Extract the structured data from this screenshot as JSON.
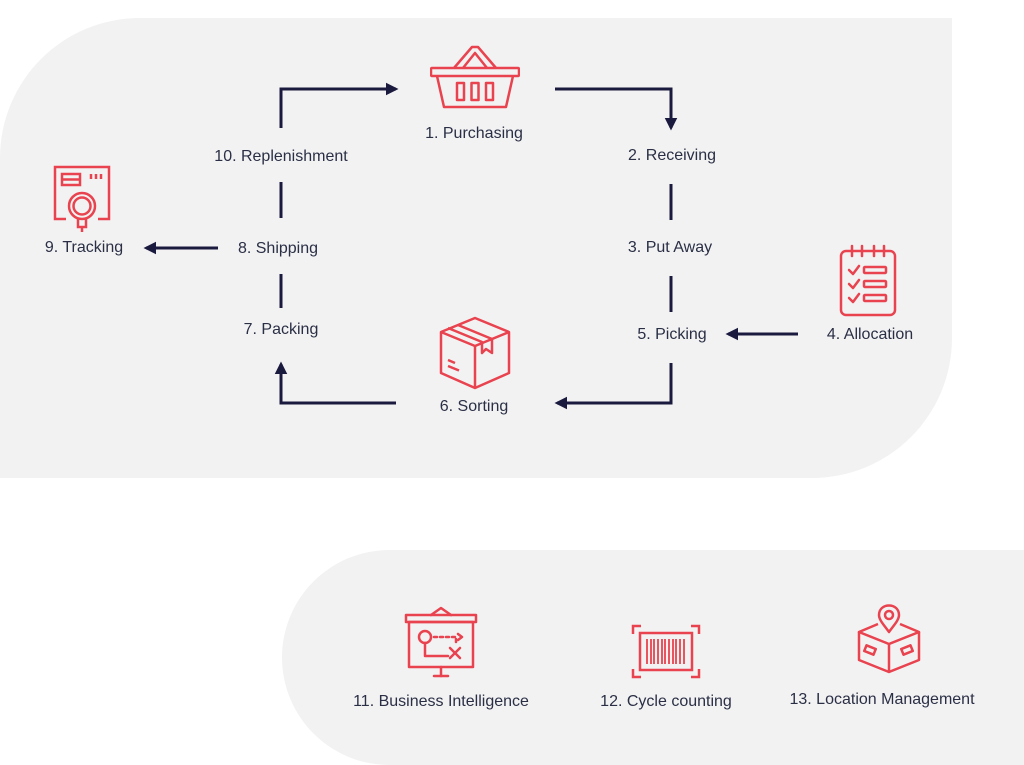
{
  "colors": {
    "background_panel": "#f2f2f3",
    "arrow": "#1a1a3e",
    "icon": "#e8434e",
    "text": "#2a2f45"
  },
  "process": {
    "steps": [
      {
        "id": 1,
        "label": "1. Purchasing",
        "icon": "basket-icon"
      },
      {
        "id": 2,
        "label": "2. Receiving"
      },
      {
        "id": 3,
        "label": "3. Put Away"
      },
      {
        "id": 4,
        "label": "4. Allocation",
        "icon": "clipboard-checklist-icon"
      },
      {
        "id": 5,
        "label": "5. Picking"
      },
      {
        "id": 6,
        "label": "6. Sorting",
        "icon": "box-icon"
      },
      {
        "id": 7,
        "label": "7. Packing"
      },
      {
        "id": 8,
        "label": "8. Shipping"
      },
      {
        "id": 9,
        "label": "9. Tracking",
        "icon": "package-search-icon"
      },
      {
        "id": 10,
        "label": "10. Replenishment"
      }
    ]
  },
  "features": [
    {
      "label": "11. Business Intelligence",
      "icon": "presentation-board-icon"
    },
    {
      "label": "12. Cycle counting",
      "icon": "barcode-scan-icon"
    },
    {
      "label": "13. Location Management",
      "icon": "box-location-pin-icon"
    }
  ]
}
